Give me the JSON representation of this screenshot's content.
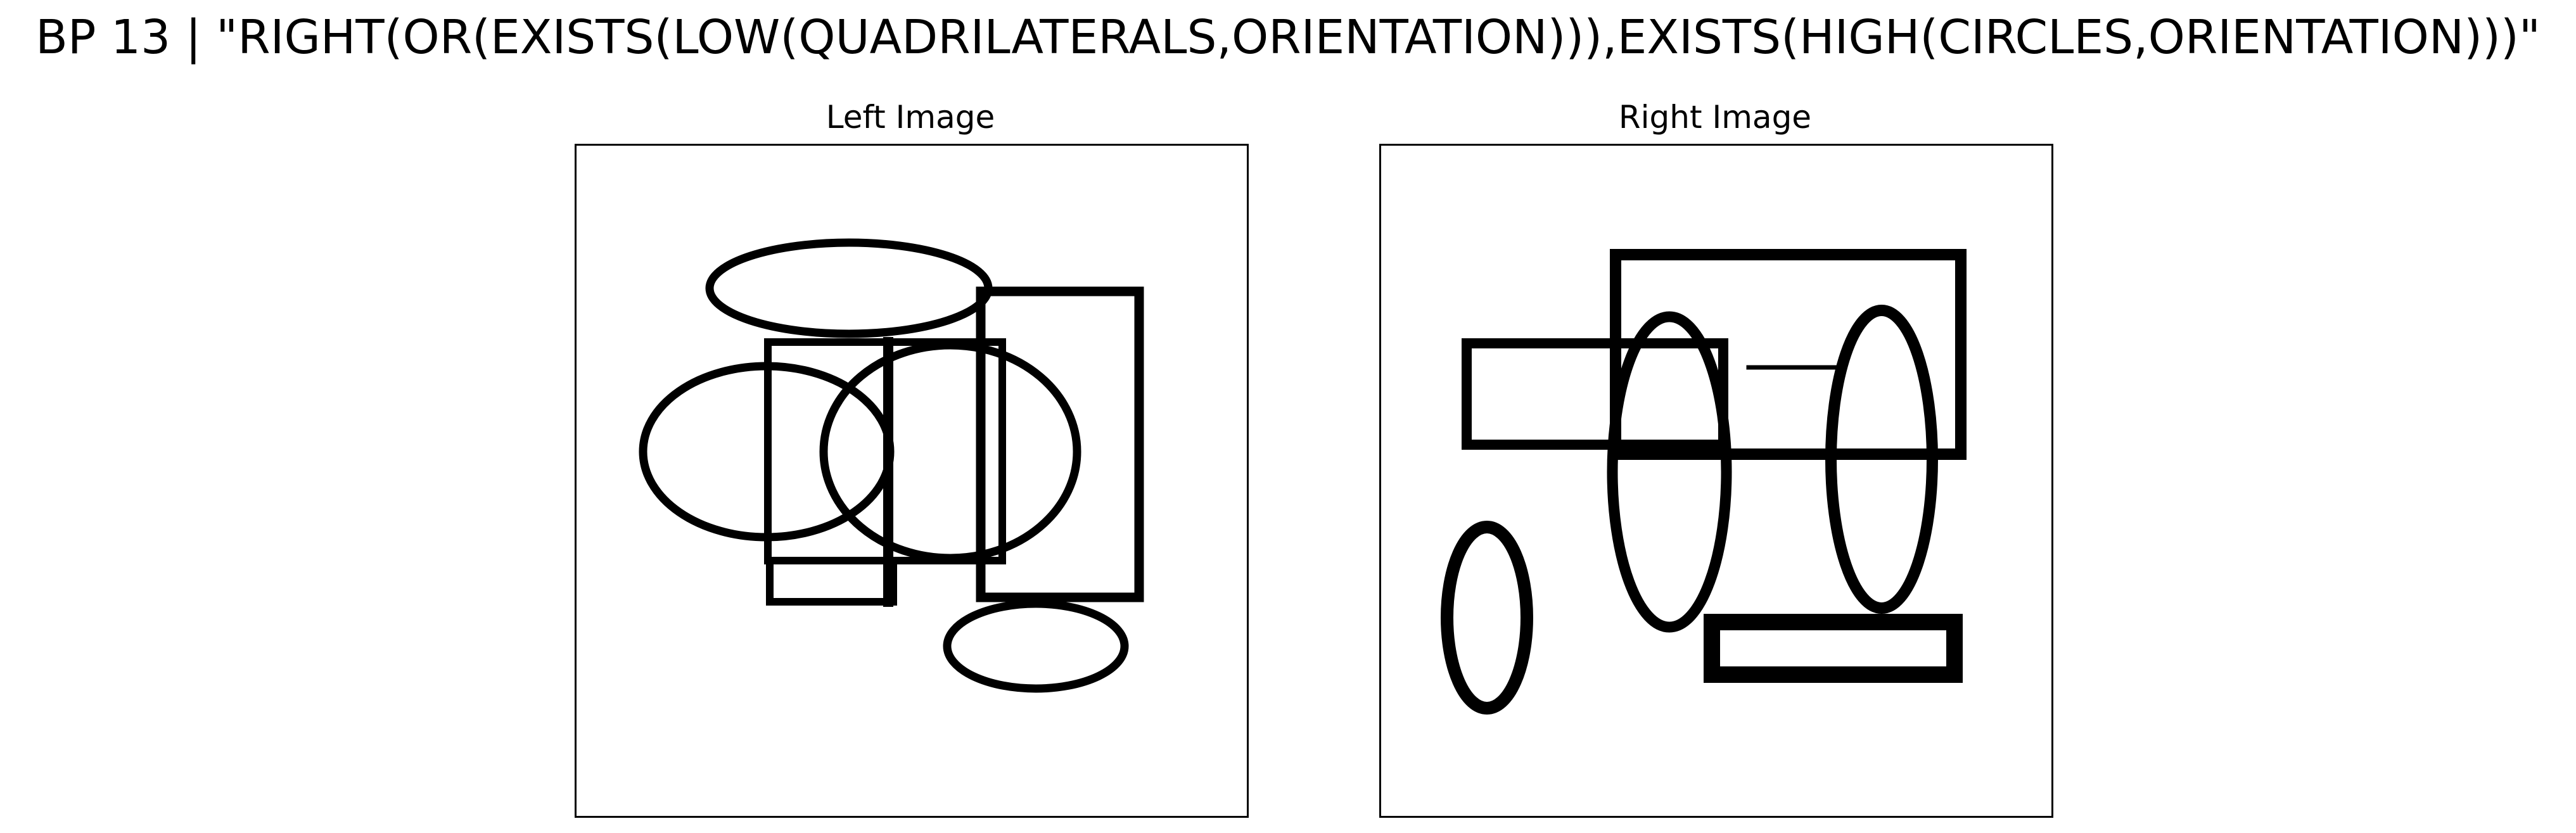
{
  "figure": {
    "title": "BP 13 | \"RIGHT(OR(EXISTS(LOW(QUADRILATERALS,ORIENTATION))),EXISTS(HIGH(CIRCLES,ORIENTATION)))\""
  },
  "panels": [
    {
      "id": "left",
      "title": "Left Image",
      "shapes": [
        {
          "kind": "ellipse",
          "icon": "ellipse-outline"
        },
        {
          "kind": "ellipse",
          "icon": "ellipse-outline"
        },
        {
          "kind": "ellipse",
          "icon": "ellipse-outline"
        },
        {
          "kind": "ellipse",
          "icon": "ellipse-outline"
        },
        {
          "kind": "rectangle",
          "icon": "rectangle-outline"
        },
        {
          "kind": "rectangle",
          "icon": "rectangle-outline"
        },
        {
          "kind": "rectangle",
          "icon": "rectangle-outline"
        }
      ]
    },
    {
      "id": "right",
      "title": "Right Image",
      "shapes": [
        {
          "kind": "rectangle",
          "icon": "rectangle-outline"
        },
        {
          "kind": "rectangle",
          "icon": "rectangle-outline"
        },
        {
          "kind": "rectangle",
          "icon": "rectangle-outline"
        },
        {
          "kind": "ellipse",
          "icon": "ellipse-outline"
        },
        {
          "kind": "ellipse",
          "icon": "ellipse-outline"
        },
        {
          "kind": "ellipse",
          "icon": "ellipse-outline"
        }
      ]
    }
  ],
  "colors": {
    "stroke": "#000000",
    "background": "#ffffff"
  }
}
